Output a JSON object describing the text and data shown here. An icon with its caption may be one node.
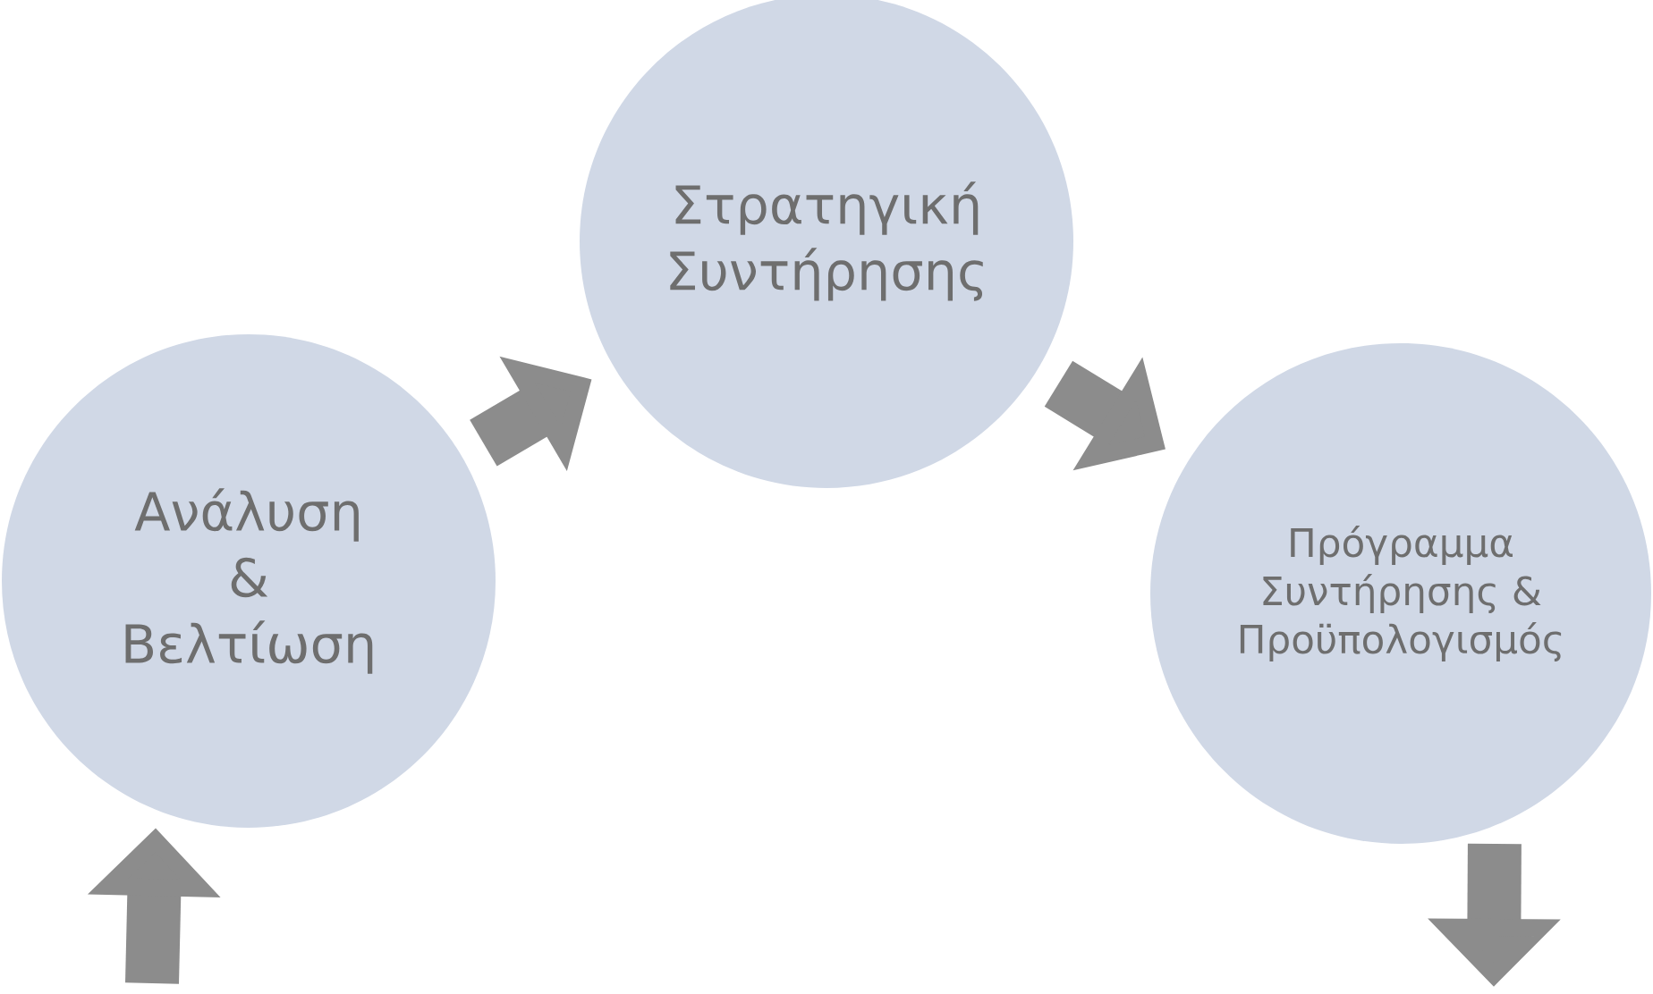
{
  "diagram": {
    "nodes": [
      {
        "text": [
          "Ανάλυση & Βελτίωση"
        ]
      },
      {
        "text": [
          "Στρατηγική Συντήρησης"
        ]
      },
      {
        "text": [
          "Πρόγραμμα Συντήρησης & Προϋπολογισμός"
        ]
      }
    ],
    "edges": [
      {
        "from": 0,
        "to": 1,
        "arrow": "to"
      },
      {
        "from": 1,
        "to": 2,
        "arrow": "to"
      },
      {
        "from": 2,
        "to": null,
        "arrow": "to"
      },
      {
        "from": null,
        "to": 0,
        "arrow": "to"
      }
    ]
  }
}
